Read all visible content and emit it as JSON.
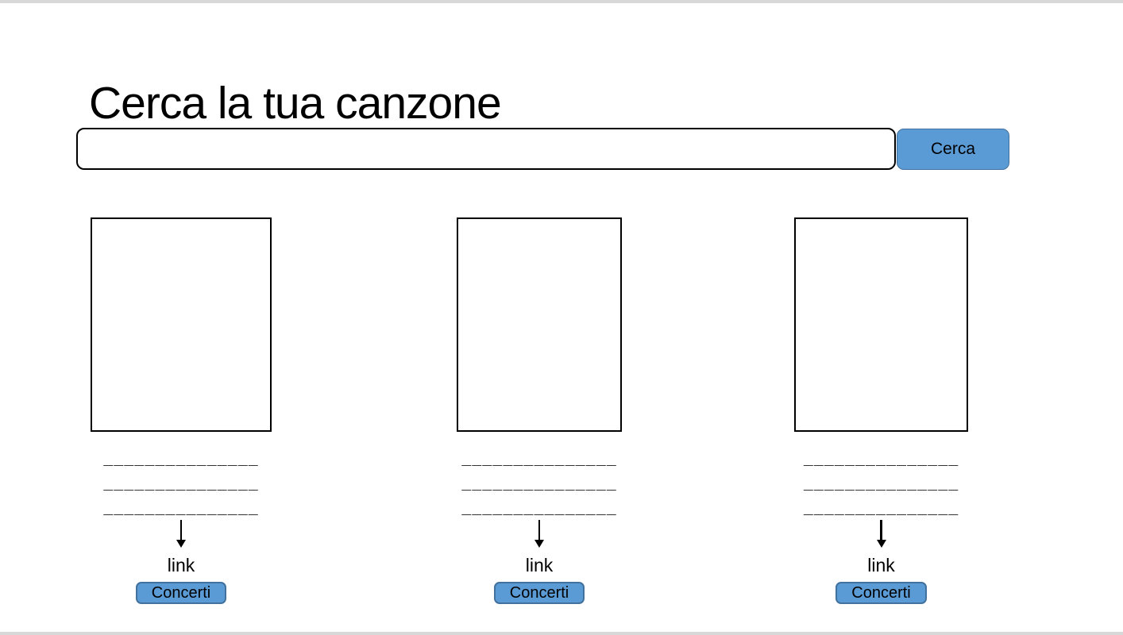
{
  "header": {
    "title": "Cerca la tua canzone"
  },
  "search": {
    "input_value": "",
    "button_label": "Cerca"
  },
  "cards": [
    {
      "lines": [
        "_______________",
        "_______________",
        "_______________"
      ],
      "link_label": "link",
      "button_label": "Concerti"
    },
    {
      "lines": [
        "_______________",
        "_______________",
        "_______________"
      ],
      "link_label": "link",
      "button_label": "Concerti"
    },
    {
      "lines": [
        "_______________",
        "_______________",
        "_______________"
      ],
      "link_label": "link",
      "button_label": "Concerti"
    }
  ],
  "colors": {
    "accent_fill": "#5b9bd5",
    "accent_border": "#41719c",
    "frame_gray": "#d8d8d8",
    "ink": "#000000"
  }
}
